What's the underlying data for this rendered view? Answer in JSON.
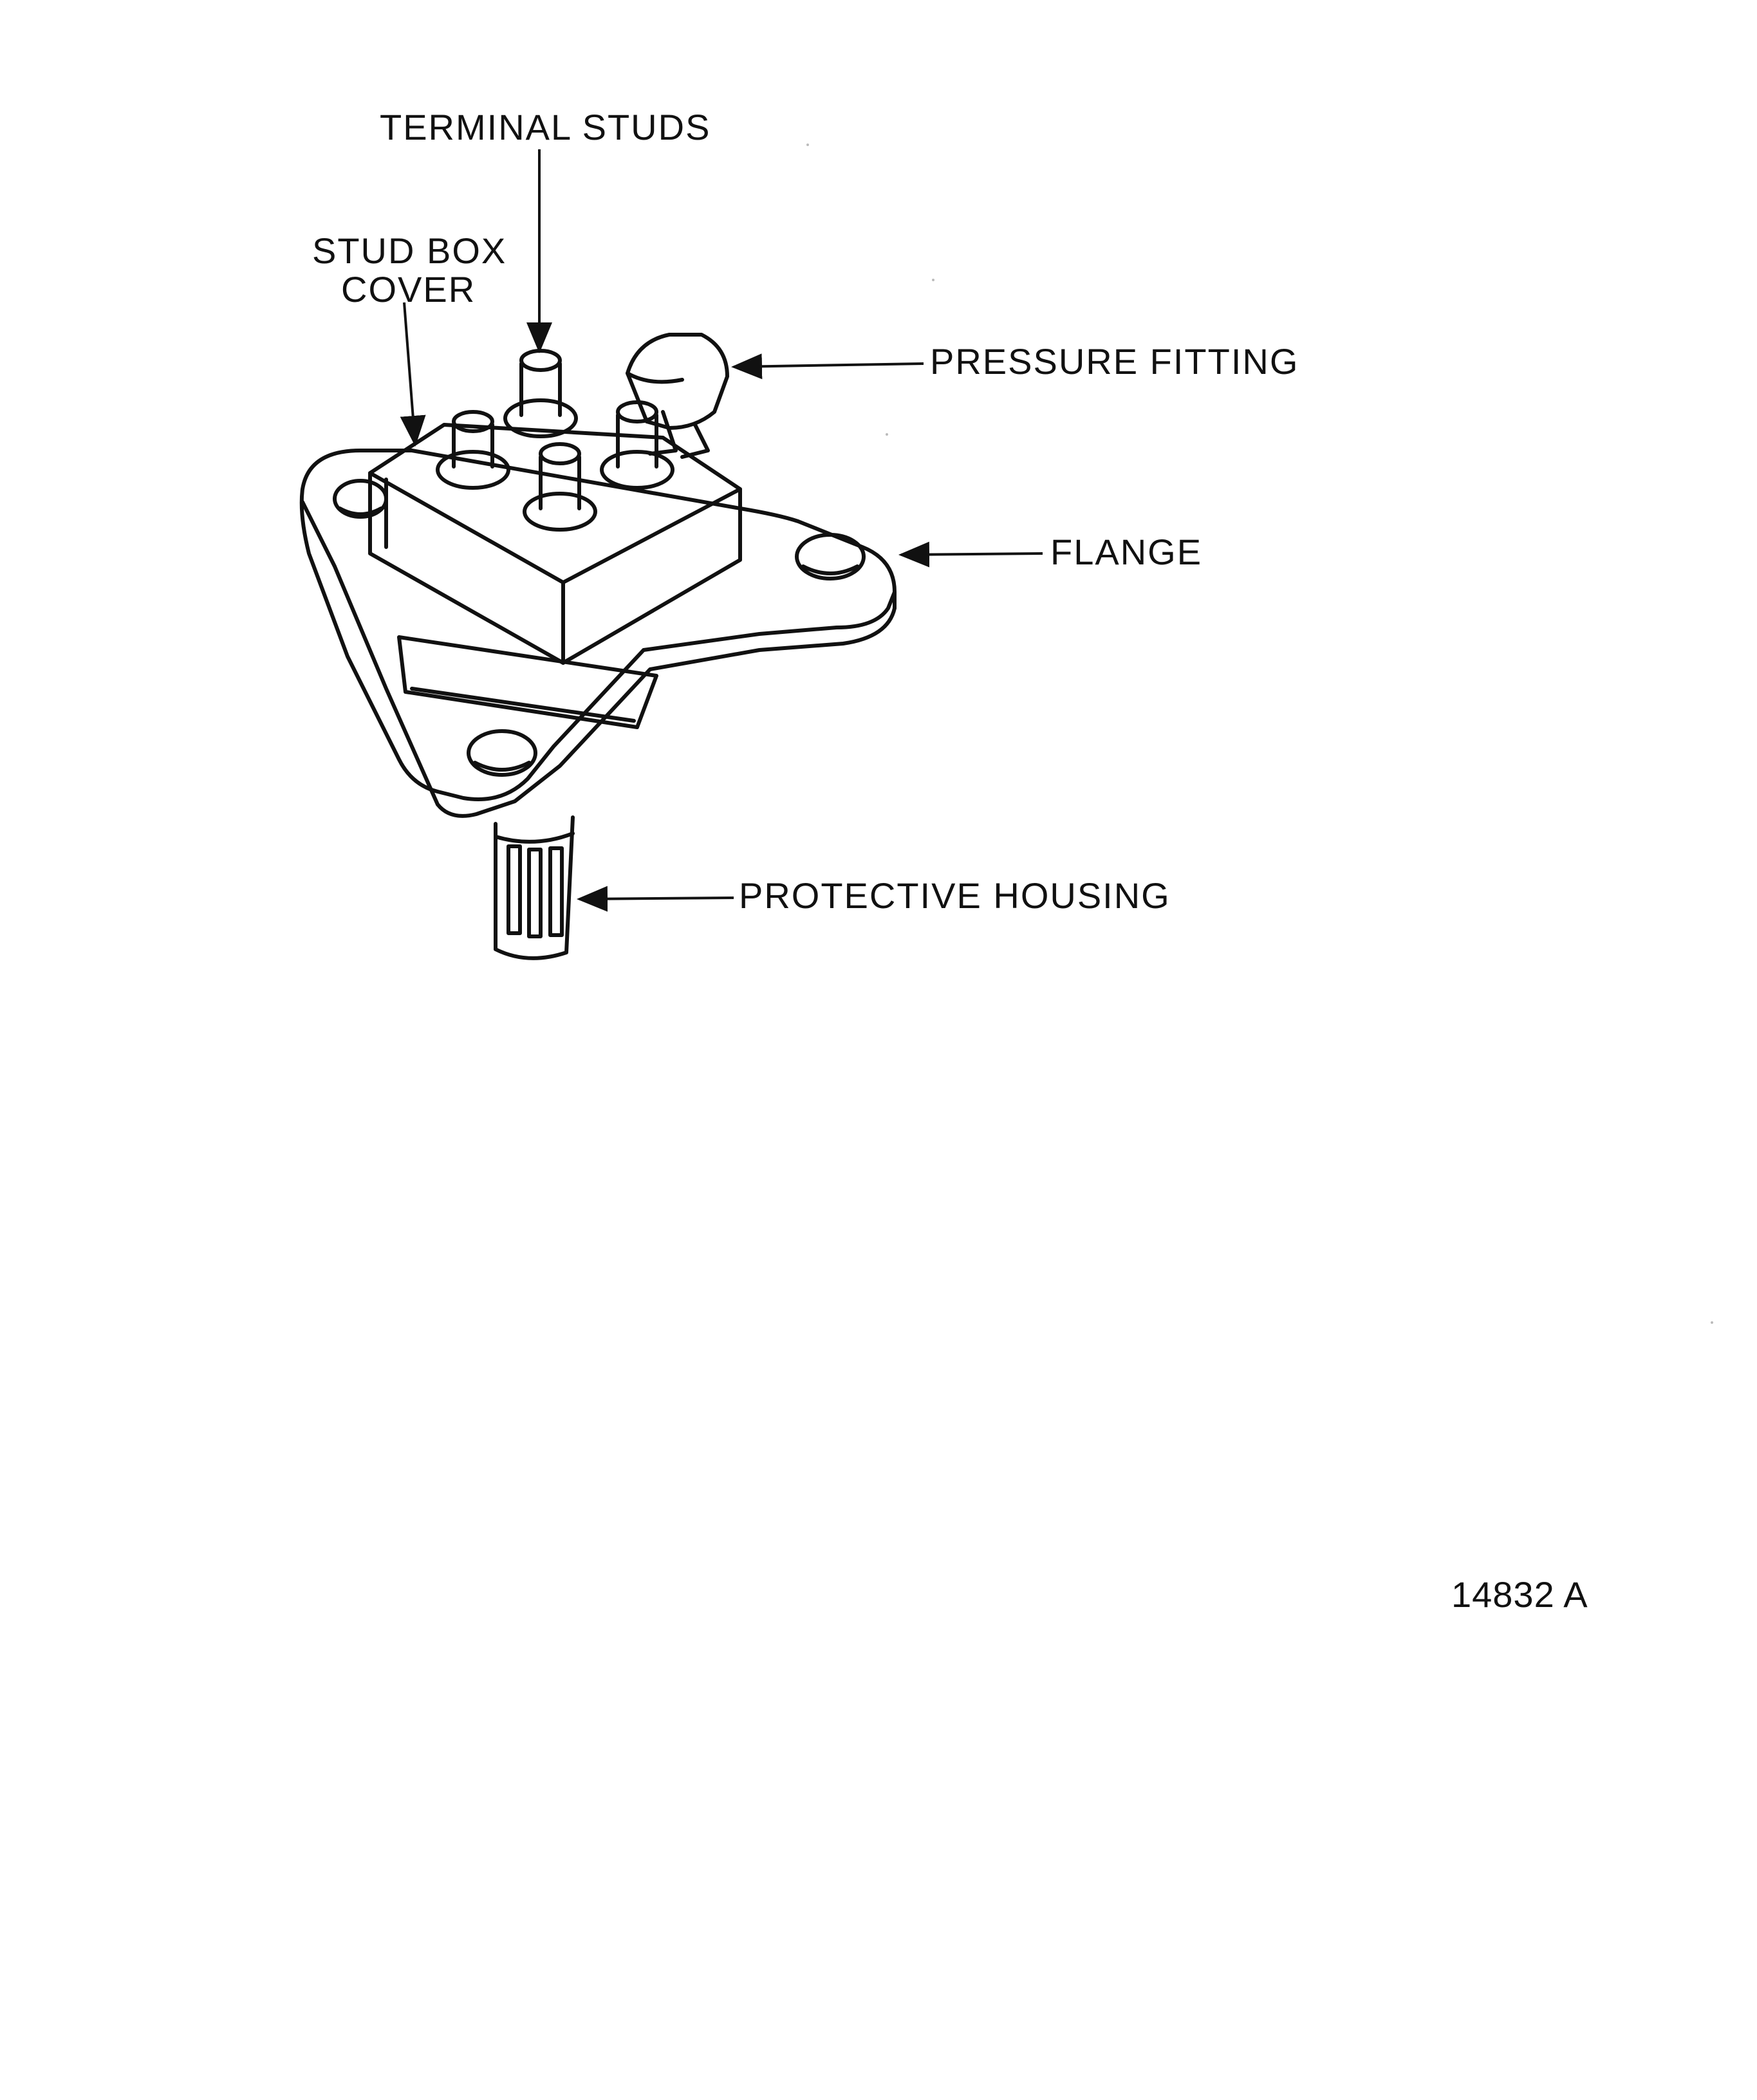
{
  "labels": {
    "terminal_studs": "TERMINAL STUDS",
    "stud_box_cover_line1": "STUD BOX",
    "stud_box_cover_line2": "COVER",
    "pressure_fitting": "PRESSURE FITTING",
    "flange": "FLANGE",
    "protective_housing": "PROTECTIVE HOUSING"
  },
  "figure_number": "14832 A",
  "colors": {
    "ink": "#111111",
    "background": "#ffffff"
  }
}
